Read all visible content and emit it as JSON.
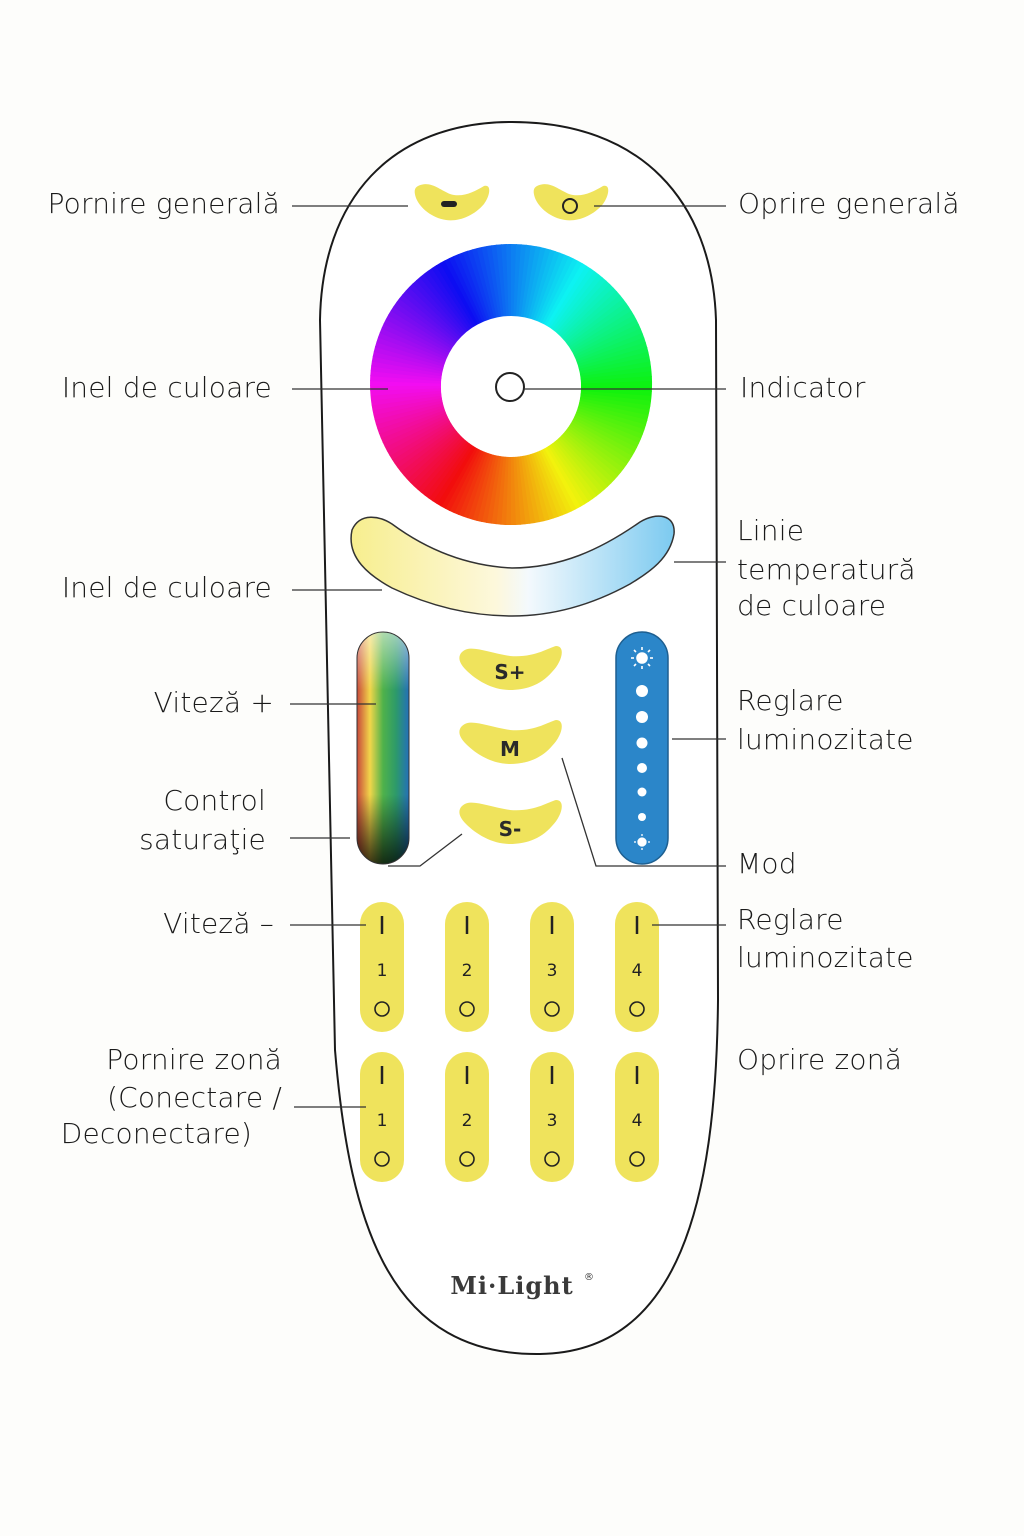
{
  "labels": {
    "master_on": "Pornire generală",
    "master_off": "Oprire generală",
    "color_ring": "Inel de culoare",
    "indicator": "Indicator",
    "color_ring_2": "Inel de culoare",
    "temp_line_1": "Linie",
    "temp_line_2": "temperatură",
    "temp_line_3": "de culoare",
    "speed_plus": "Viteză +",
    "brightness_1": "Reglare",
    "brightness_2": "luminozitate",
    "saturation_1": "Control",
    "saturation_2": "saturaţie",
    "mode": "Mod",
    "speed_minus": "Viteză –",
    "brightness_b1": "Reglare",
    "brightness_b2": "luminozitate",
    "zone_on_1": "Pornire zonă",
    "zone_on_2": "(Conectare  /",
    "zone_on_3": "Deconectare)",
    "zone_off": "Oprire zonă"
  },
  "buttons": {
    "s_plus": "S+",
    "mode": "M",
    "s_minus": "S-",
    "zones_row1": [
      "1",
      "2",
      "3",
      "4"
    ],
    "zones_row2": [
      "1",
      "2",
      "3",
      "4"
    ]
  },
  "brand": {
    "name": "Mi·Light",
    "reg": "®"
  },
  "colors": {
    "button_yellow": "#efe35c",
    "brightness_bar": "#2b86c9",
    "remote_outline": "#1a1a1a"
  }
}
